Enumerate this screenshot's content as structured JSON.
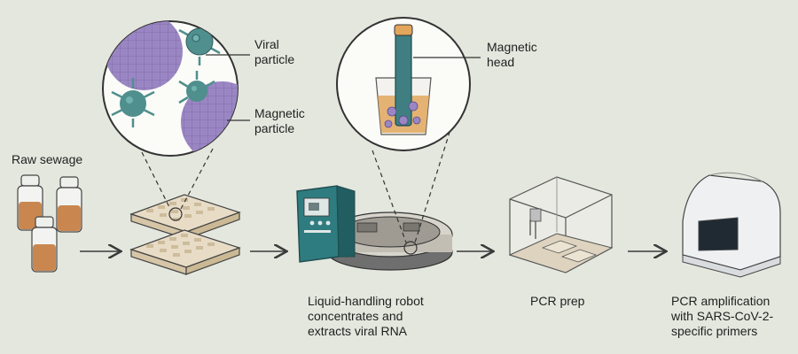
{
  "labels": {
    "raw_sewage": "Raw sewage",
    "viral_particle": [
      "Viral",
      "particle"
    ],
    "magnetic_particle": [
      "Magnetic",
      "particle"
    ],
    "magnetic_head": [
      "Magnetic",
      "head"
    ],
    "robot": [
      "Liquid-handling robot",
      "concentrates and",
      "extracts viral RNA"
    ],
    "pcr_prep": "PCR prep",
    "pcr_amplification": [
      "PCR amplification",
      "with SARS-CoV-2-",
      "specific primers"
    ]
  },
  "colors": {
    "background": "#e4e7de",
    "sewage": "#c9874f",
    "magnetic_particle": "#9b86c4",
    "virus": "#4f8f8d",
    "robot_teal": "#2f7c80",
    "arrow": "#3a3a3a"
  }
}
